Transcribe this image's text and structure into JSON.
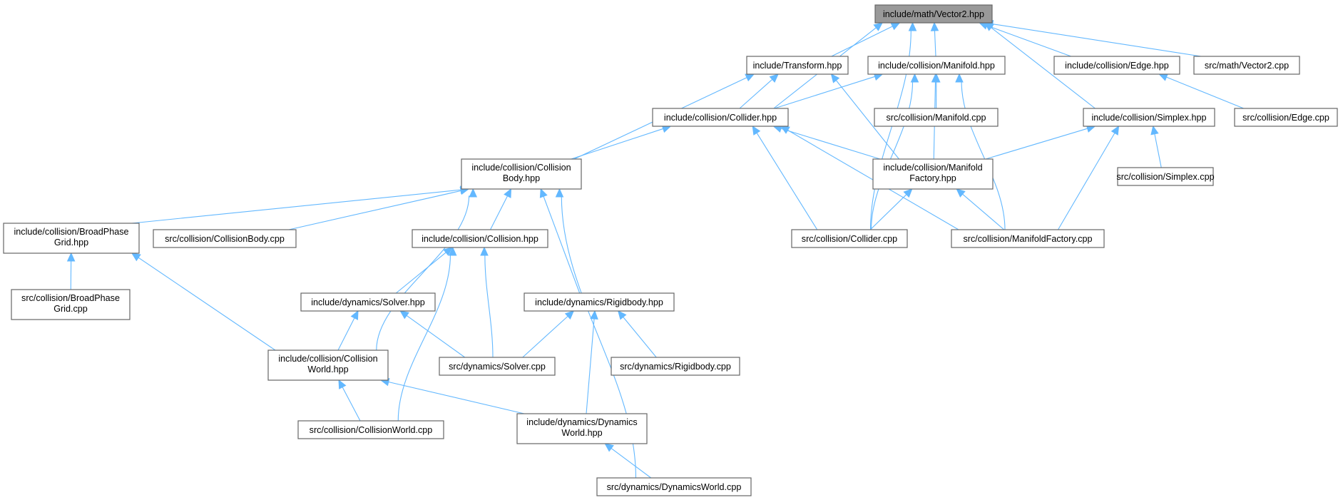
{
  "title": "include/math/Vector2.hpp",
  "colors": {
    "root_fill": "#999999",
    "node_fill": "#ffffff",
    "edge": "#63b8ff",
    "border": "#666666"
  },
  "nodes": {
    "vector2_hpp": [
      "include/math/Vector2.hpp"
    ],
    "transform_hpp": [
      "include/Transform.hpp"
    ],
    "manifold_hpp": [
      "include/collision/Manifold.hpp"
    ],
    "edge_hpp": [
      "include/collision/Edge.hpp"
    ],
    "vector2_cpp": [
      "src/math/Vector2.cpp"
    ],
    "collider_hpp": [
      "include/collision/Collider.hpp"
    ],
    "manifold_cpp": [
      "src/collision/Manifold.cpp"
    ],
    "simplex_hpp": [
      "include/collision/Simplex.hpp"
    ],
    "edge_cpp": [
      "src/collision/Edge.cpp"
    ],
    "collisionbody_hpp": [
      "include/collision/Collision",
      "Body.hpp"
    ],
    "manifoldfactory_hpp": [
      "include/collision/Manifold",
      "Factory.hpp"
    ],
    "simplex_cpp": [
      "src/collision/Simplex.cpp"
    ],
    "broadphase_hpp": [
      "include/collision/BroadPhase",
      "Grid.hpp"
    ],
    "collisionbody_cpp": [
      "src/collision/CollisionBody.cpp"
    ],
    "collision_hpp": [
      "include/collision/Collision.hpp"
    ],
    "collider_cpp": [
      "src/collision/Collider.cpp"
    ],
    "manifoldfactory_cpp": [
      "src/collision/ManifoldFactory.cpp"
    ],
    "broadphase_cpp": [
      "src/collision/BroadPhase",
      "Grid.cpp"
    ],
    "solver_hpp": [
      "include/dynamics/Solver.hpp"
    ],
    "rigidbody_hpp": [
      "include/dynamics/Rigidbody.hpp"
    ],
    "collisionworld_hpp": [
      "include/collision/Collision",
      "World.hpp"
    ],
    "solver_cpp": [
      "src/dynamics/Solver.cpp"
    ],
    "rigidbody_cpp": [
      "src/dynamics/Rigidbody.cpp"
    ],
    "collisionworld_cpp": [
      "src/collision/CollisionWorld.cpp"
    ],
    "dynamicsworld_hpp": [
      "include/dynamics/Dynamics",
      "World.hpp"
    ],
    "dynamicsworld_cpp": [
      "src/dynamics/DynamicsWorld.cpp"
    ]
  },
  "edges": [
    [
      "vector2_hpp",
      "transform_hpp"
    ],
    [
      "vector2_hpp",
      "manifold_hpp"
    ],
    [
      "vector2_hpp",
      "edge_hpp"
    ],
    [
      "vector2_hpp",
      "vector2_cpp"
    ],
    [
      "vector2_hpp",
      "collider_hpp"
    ],
    [
      "vector2_hpp",
      "simplex_hpp"
    ],
    [
      "vector2_hpp",
      "collider_cpp"
    ],
    [
      "transform_hpp",
      "collider_hpp"
    ],
    [
      "transform_hpp",
      "collisionbody_hpp"
    ],
    [
      "transform_hpp",
      "manifoldfactory_hpp"
    ],
    [
      "manifold_hpp",
      "collider_hpp"
    ],
    [
      "manifold_hpp",
      "manifold_cpp"
    ],
    [
      "manifold_hpp",
      "manifoldfactory_hpp"
    ],
    [
      "manifold_hpp",
      "collider_cpp"
    ],
    [
      "manifold_hpp",
      "manifoldfactory_cpp"
    ],
    [
      "edge_hpp",
      "edge_cpp"
    ],
    [
      "collider_hpp",
      "collisionbody_hpp"
    ],
    [
      "collider_hpp",
      "manifoldfactory_hpp"
    ],
    [
      "collider_hpp",
      "collider_cpp"
    ],
    [
      "collider_hpp",
      "manifoldfactory_cpp"
    ],
    [
      "simplex_hpp",
      "manifoldfactory_hpp"
    ],
    [
      "simplex_hpp",
      "simplex_cpp"
    ],
    [
      "simplex_hpp",
      "manifoldfactory_cpp"
    ],
    [
      "manifoldfactory_hpp",
      "collider_cpp"
    ],
    [
      "manifoldfactory_hpp",
      "manifoldfactory_cpp"
    ],
    [
      "collisionbody_hpp",
      "broadphase_hpp"
    ],
    [
      "collisionbody_hpp",
      "collisionbody_cpp"
    ],
    [
      "collisionbody_hpp",
      "collision_hpp"
    ],
    [
      "collisionbody_hpp",
      "rigidbody_hpp"
    ],
    [
      "collisionbody_hpp",
      "collisionworld_hpp"
    ],
    [
      "collisionbody_hpp",
      "dynamicsworld_cpp"
    ],
    [
      "broadphase_hpp",
      "broadphase_cpp"
    ],
    [
      "broadphase_hpp",
      "collisionworld_hpp"
    ],
    [
      "collision_hpp",
      "solver_hpp"
    ],
    [
      "collision_hpp",
      "solver_cpp"
    ],
    [
      "collision_hpp",
      "collisionworld_cpp"
    ],
    [
      "solver_hpp",
      "collisionworld_hpp"
    ],
    [
      "solver_hpp",
      "solver_cpp"
    ],
    [
      "rigidbody_hpp",
      "solver_cpp"
    ],
    [
      "rigidbody_hpp",
      "rigidbody_cpp"
    ],
    [
      "rigidbody_hpp",
      "dynamicsworld_hpp"
    ],
    [
      "collisionworld_hpp",
      "collisionworld_cpp"
    ],
    [
      "collisionworld_hpp",
      "dynamicsworld_hpp"
    ],
    [
      "dynamicsworld_hpp",
      "dynamicsworld_cpp"
    ]
  ]
}
